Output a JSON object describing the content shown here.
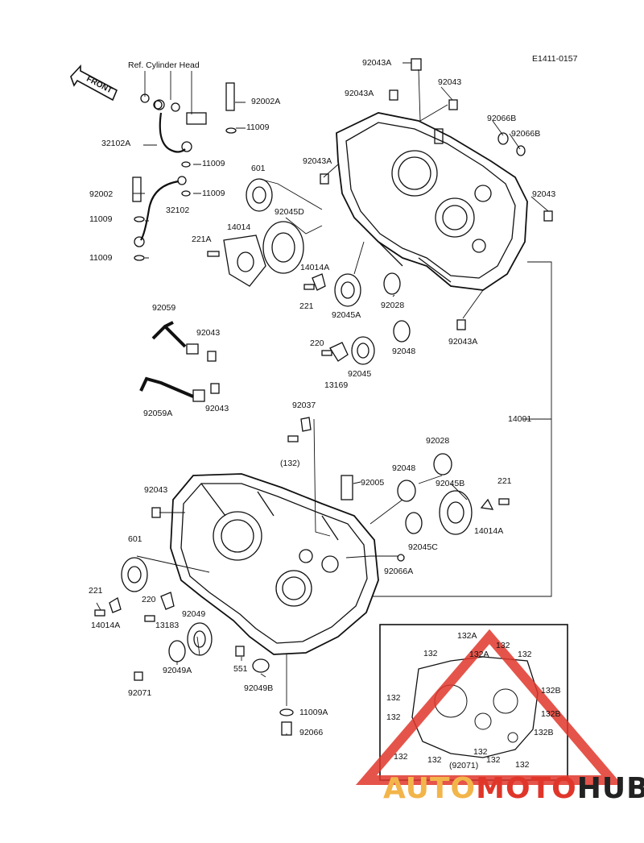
{
  "header": {
    "drawing_code": "E1411-0157",
    "front_label": "FRONT",
    "ref_label": "Ref. Cylinder Head"
  },
  "parts_upper": [
    "92043A",
    "92043A",
    "92043",
    "92066B",
    "92066B",
    "92043A",
    "92043",
    "92002A",
    "11009",
    "32102A",
    "11009",
    "92002",
    "11009",
    "32102",
    "11009",
    "11009",
    "601",
    "92045D",
    "14014",
    "221A",
    "14014A",
    "221",
    "92045A",
    "92028",
    "92043A",
    "92059",
    "92043",
    "220",
    "92045",
    "92048",
    "13169",
    "92059A",
    "92043"
  ],
  "parts_lower": [
    "92037",
    "(132)",
    "92028",
    "92048",
    "92005",
    "92043",
    "92045B",
    "221",
    "14014A",
    "601",
    "92045C",
    "92066A",
    "221",
    "220",
    "14014A",
    "92049",
    "13183",
    "92049A",
    "551",
    "92049B",
    "92071",
    "11009A",
    "92066",
    "14001"
  ],
  "inset_labels": [
    "132A",
    "132",
    "132A",
    "132",
    "132",
    "132",
    "132B",
    "132",
    "132B",
    "132",
    "132B",
    "132",
    "132",
    "(92071)",
    "132",
    "132"
  ],
  "watermark": {
    "part1": "AUTO",
    "part2": "MOTO",
    "part3": "HUB",
    "color_orange": "#f2b54a",
    "color_red": "#e0362a",
    "color_dark": "#222222"
  }
}
